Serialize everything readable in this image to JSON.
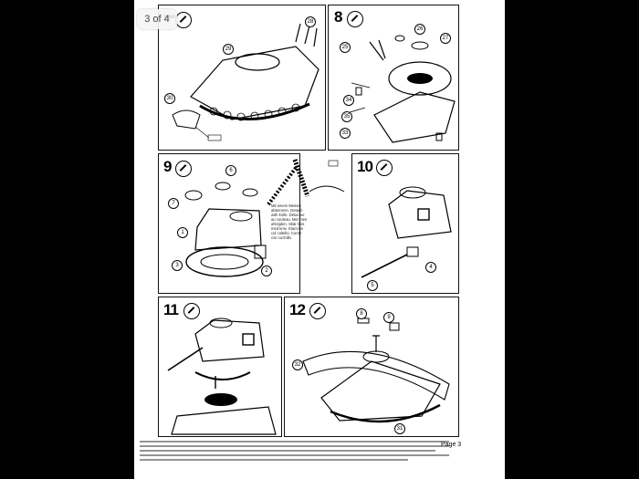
{
  "viewer": {
    "page_indicator": "3 of 4"
  },
  "document": {
    "page_label": "Page 3",
    "steps": [
      {
        "number": "8"
      },
      {
        "number": "9"
      },
      {
        "number": "10"
      },
      {
        "number": "11"
      },
      {
        "number": "12"
      }
    ],
    "part_numbers": {
      "p28": "28",
      "p29": "29",
      "p30": "30",
      "p25": "25",
      "p26": "26",
      "p27": "27",
      "p34": "34",
      "p35": "35",
      "p33": "33",
      "p6": "6",
      "p7": "7",
      "p1": "1",
      "p2": "2",
      "p3": "3",
      "p4": "4",
      "p5": "5",
      "p8": "8",
      "p9": "9",
      "p31": "31",
      "p32": "32"
    },
    "knife_note": "Mit einem Messer abtrennen. Detach with knife. Détacher au couteau. Met mes afsnijden. Skär loss med kniv. Staccare col coltello. Cortar con cuchillo."
  }
}
